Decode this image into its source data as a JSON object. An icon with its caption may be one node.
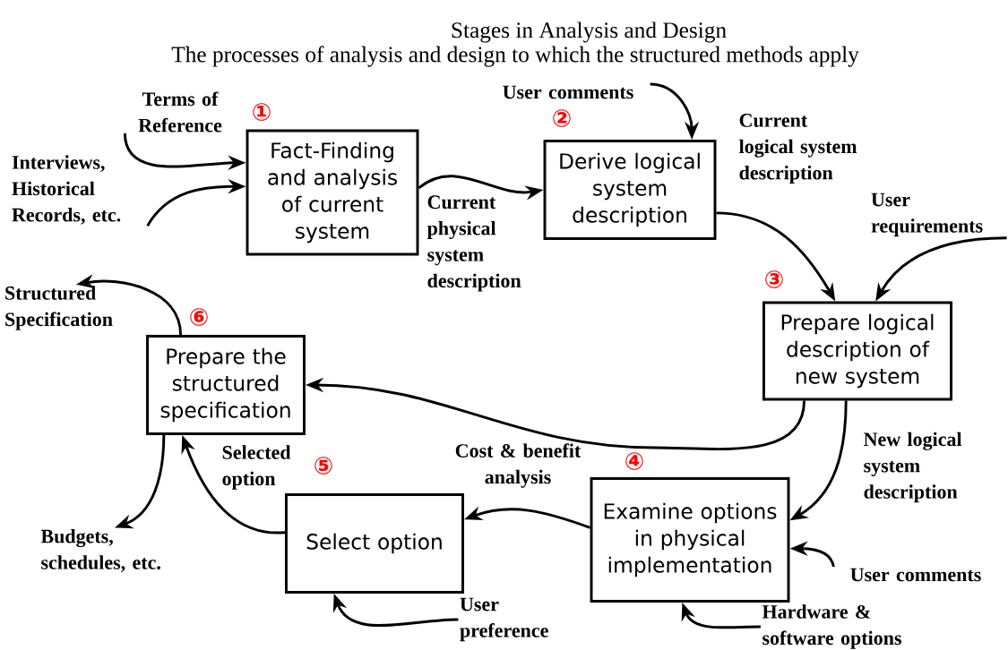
{
  "diagram": {
    "title": "Stages in Analysis and Design",
    "nodes": [
      {
        "text": [
          "Terms of Reference"
        ]
      },
      {
        "text": [
          "User comments"
        ]
      },
      {
        "text": [
          "Fact-Finding and analysis of current system"
        ],
        "beside": [
          "①"
        ]
      },
      {
        "text": [
          "Derive logical system description"
        ],
        "beside": [
          "②"
        ]
      },
      {
        "text": [
          "Interviews, Historical Records, etc."
        ]
      },
      {
        "text": [
          "User requirements"
        ]
      },
      {
        "text": [
          "Prepare logical description of new system"
        ],
        "beside": [
          "③"
        ]
      },
      {
        "text": [
          "Structured Specification"
        ]
      },
      {
        "text": [
          "Prepare the structured specification"
        ],
        "beside": [
          "⑥"
        ]
      },
      {
        "text": [
          "Examine options in physical implementation"
        ],
        "beside": [
          "④"
        ]
      },
      {
        "text": [
          "Select option"
        ],
        "beside": [
          "⑤"
        ]
      },
      {
        "text": [
          "Budgets, schedules, etc."
        ]
      },
      {
        "text": [
          "User comments"
        ]
      },
      {
        "text": [
          "User preference"
        ]
      },
      {
        "text": [
          "Hardware & software options"
        ]
      }
    ],
    "edges": [
      {
        "from": 0,
        "to": 2,
        "arrow": "to"
      },
      {
        "from": 4,
        "to": 2,
        "arrow": "to"
      },
      {
        "from": 2,
        "to": 3,
        "arrow": "to",
        "label": "Current physical system description"
      },
      {
        "from": 1,
        "to": 3,
        "arrow": "to"
      },
      {
        "from": 3,
        "to": 6,
        "arrow": "to",
        "label": "Current logical system description"
      },
      {
        "from": 5,
        "to": 6,
        "arrow": "to"
      },
      {
        "from": 6,
        "to": 8,
        "arrow": "to"
      },
      {
        "from": 6,
        "to": 9,
        "arrow": "to",
        "label": "New logical system description"
      },
      {
        "from": 12,
        "to": 9,
        "arrow": "to"
      },
      {
        "from": 14,
        "to": 9,
        "arrow": "to"
      },
      {
        "from": 9,
        "to": 10,
        "arrow": "to",
        "label": "Cost & benefit analysis"
      },
      {
        "from": 13,
        "to": 10,
        "arrow": "to"
      },
      {
        "from": 10,
        "to": 8,
        "arrow": "to",
        "label": "Selected option"
      },
      {
        "from": 8,
        "to": 7,
        "arrow": "to"
      },
      {
        "from": 8,
        "to": 11,
        "arrow": "to"
      }
    ],
    "labels": [
      "The processes of analysis and design to which the structured methods apply"
    ]
  }
}
